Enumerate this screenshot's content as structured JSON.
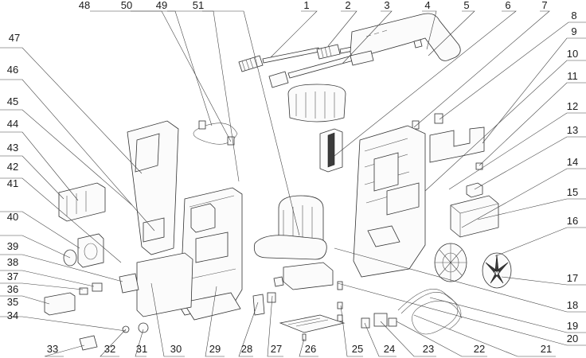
{
  "callouts": [
    "1",
    "2",
    "3",
    "4",
    "5",
    "6",
    "7",
    "8",
    "9",
    "10",
    "11",
    "12",
    "13",
    "14",
    "15",
    "16",
    "17",
    "18",
    "19",
    "20",
    "21",
    "22",
    "23",
    "24",
    "25",
    "26",
    "27",
    "28",
    "29",
    "30",
    "31",
    "32",
    "33",
    "34",
    "35",
    "36",
    "37",
    "38",
    "39",
    "40",
    "41",
    "42",
    "43",
    "44",
    "45",
    "46",
    "47",
    "48",
    "49",
    "50",
    "51"
  ],
  "colors": {
    "line": "#444444",
    "part_stroke": "#333333",
    "label": "#1a1a1a",
    "background": "#ffffff"
  }
}
